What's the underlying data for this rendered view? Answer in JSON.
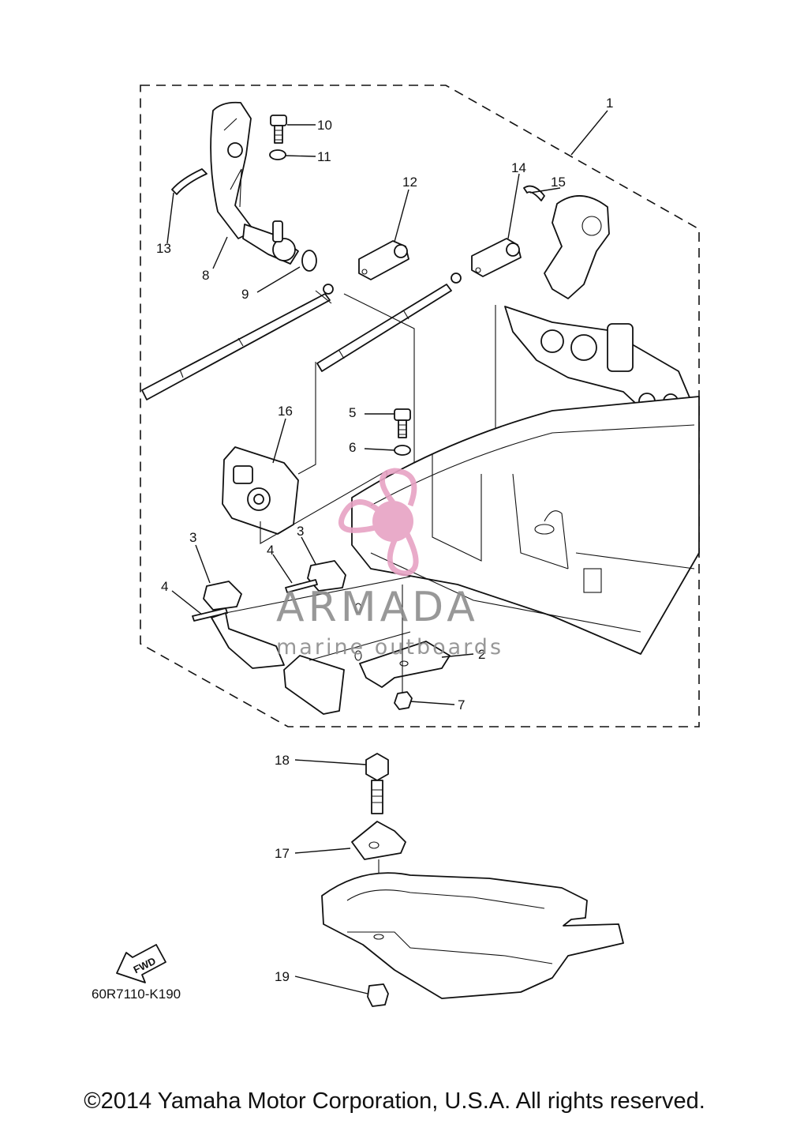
{
  "diagram": {
    "callouts": [
      "1",
      "2",
      "3",
      "3",
      "4",
      "4",
      "5",
      "6",
      "7",
      "8",
      "9",
      "10",
      "11",
      "12",
      "13",
      "14",
      "15",
      "16",
      "17",
      "18",
      "19"
    ],
    "drawing_code": "60R7110-K190",
    "fwd_arrow_label": "FWD"
  },
  "watermark": {
    "brand": "ARMADA",
    "tagline": "marine outboards",
    "color": "#e7a3c4"
  },
  "footer": {
    "copyright": "©2014 Yamaha Motor Corporation, U.S.A. All rights reserved."
  }
}
